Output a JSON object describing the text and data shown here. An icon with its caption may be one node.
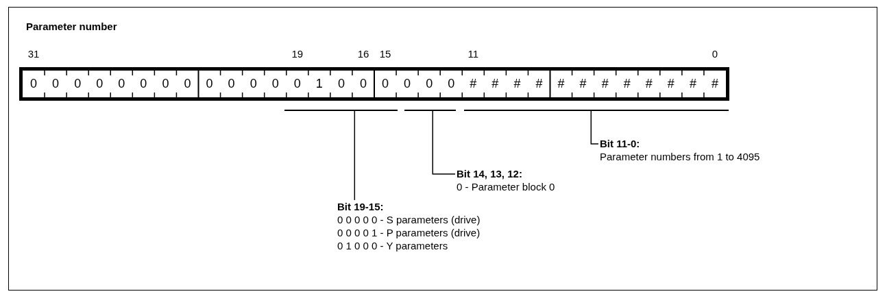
{
  "diagram": {
    "title": "Parameter number",
    "nodes": [
      {
        "text": [],
        "shape": "box"
      },
      {
        "text": [
          "0"
        ],
        "in": 0
      },
      {
        "text": [
          "0"
        ],
        "in": 0
      },
      {
        "text": [
          "0"
        ],
        "in": 0
      },
      {
        "text": [
          "0"
        ],
        "in": 0
      },
      {
        "text": [
          "0"
        ],
        "in": 0
      },
      {
        "text": [
          "0"
        ],
        "in": 0
      },
      {
        "text": [
          "0"
        ],
        "in": 0
      },
      {
        "text": [
          "0"
        ],
        "in": 0
      },
      {
        "text": [
          "0"
        ],
        "in": 0
      },
      {
        "text": [
          "0"
        ],
        "in": 0
      },
      {
        "text": [
          "0"
        ],
        "in": 0
      },
      {
        "text": [
          "0"
        ],
        "in": 0
      },
      {
        "text": [
          "0"
        ],
        "in": 0
      },
      {
        "text": [
          "1"
        ],
        "in": 0
      },
      {
        "text": [
          "0"
        ],
        "in": 0
      },
      {
        "text": [
          "0"
        ],
        "in": 0
      },
      {
        "text": [
          "0"
        ],
        "in": 0
      },
      {
        "text": [
          "0"
        ],
        "in": 0
      },
      {
        "text": [
          "0"
        ],
        "in": 0
      },
      {
        "text": [
          "0"
        ],
        "in": 0
      },
      {
        "text": [
          "#"
        ],
        "in": 0
      },
      {
        "text": [
          "#"
        ],
        "in": 0
      },
      {
        "text": [
          "#"
        ],
        "in": 0
      },
      {
        "text": [
          "#"
        ],
        "in": 0
      },
      {
        "text": [
          "#"
        ],
        "in": 0
      },
      {
        "text": [
          "#"
        ],
        "in": 0
      },
      {
        "text": [
          "#"
        ],
        "in": 0
      },
      {
        "text": [
          "#"
        ],
        "in": 0
      },
      {
        "text": [
          "#"
        ],
        "in": 0
      },
      {
        "text": [
          "#"
        ],
        "in": 0
      },
      {
        "text": [
          "#"
        ],
        "in": 0
      },
      {
        "text": [
          "#"
        ],
        "in": 0
      },
      {
        "text": [],
        "shape": "bar"
      },
      {
        "text": [],
        "shape": "bar"
      },
      {
        "text": [],
        "shape": "bar"
      },
      {
        "text": [
          "Bit 11-0:",
          "Parameter numbers from 1 to 4095"
        ]
      },
      {
        "text": [
          "Bit 14, 13, 12:",
          "0 - Parameter block 0"
        ]
      },
      {
        "text": [
          "Bit 19-15:",
          "0 0 0 0 0 - S parameters (drive)",
          "0 0 0 0 1 - P parameters (drive)",
          "0 1 0 0 0 - Y parameters"
        ]
      }
    ],
    "edges": [
      {
        "from": 36,
        "to": 35,
        "arrow": "none"
      },
      {
        "from": 37,
        "to": 34,
        "arrow": "none"
      },
      {
        "from": 38,
        "to": 33,
        "arrow": "none"
      }
    ],
    "labels": [
      "31",
      "19",
      "16",
      "15",
      "11",
      "0"
    ]
  }
}
